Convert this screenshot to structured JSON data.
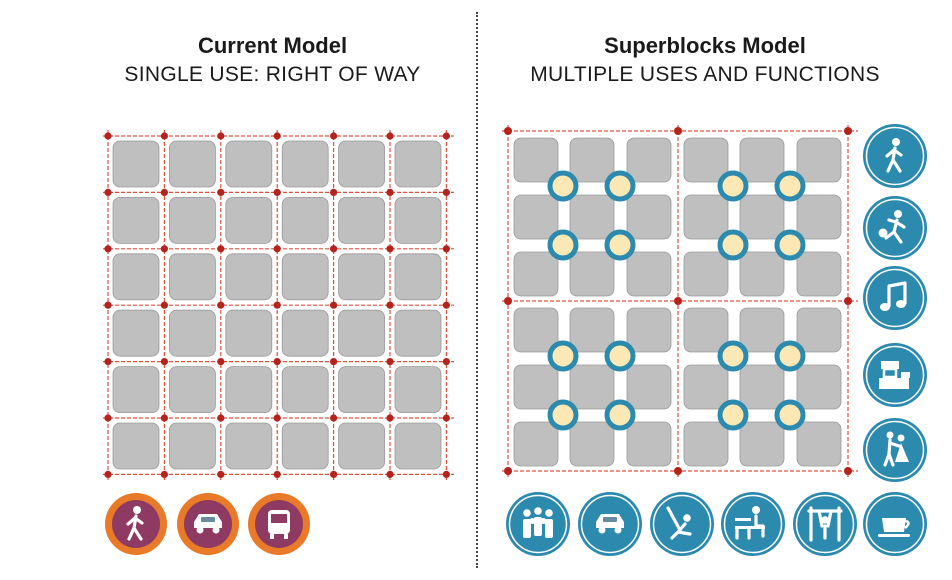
{
  "current": {
    "title": "Current Model",
    "subtitle": "SINGLE USE: RIGHT OF WAY",
    "icons": [
      "pedestrian-icon",
      "car-icon",
      "bus-icon"
    ]
  },
  "superblocks": {
    "title": "Superblocks Model",
    "subtitle": "MULTIPLE USES AND FUNCTIONS",
    "side_icons": [
      "pedestrian-icon",
      "soccer-player-icon",
      "music-note-icon",
      "market-stall-icon",
      "dancing-couple-icon"
    ],
    "bottom_icons": [
      "crowd-icon",
      "car-icon",
      "swing-icon",
      "bench-sitter-icon",
      "pullup-bar-icon",
      "coffee-cup-icon"
    ]
  },
  "colors": {
    "block": "#bfbfbf",
    "grid_line": "#d9533d",
    "node": "#b5241c",
    "orange_ring": "#e87a2a",
    "purple_fill": "#8f3a63",
    "teal_ring": "#2b8aae",
    "teal_fill": "#3799bd",
    "plaza_fill": "#fbe8b5"
  }
}
